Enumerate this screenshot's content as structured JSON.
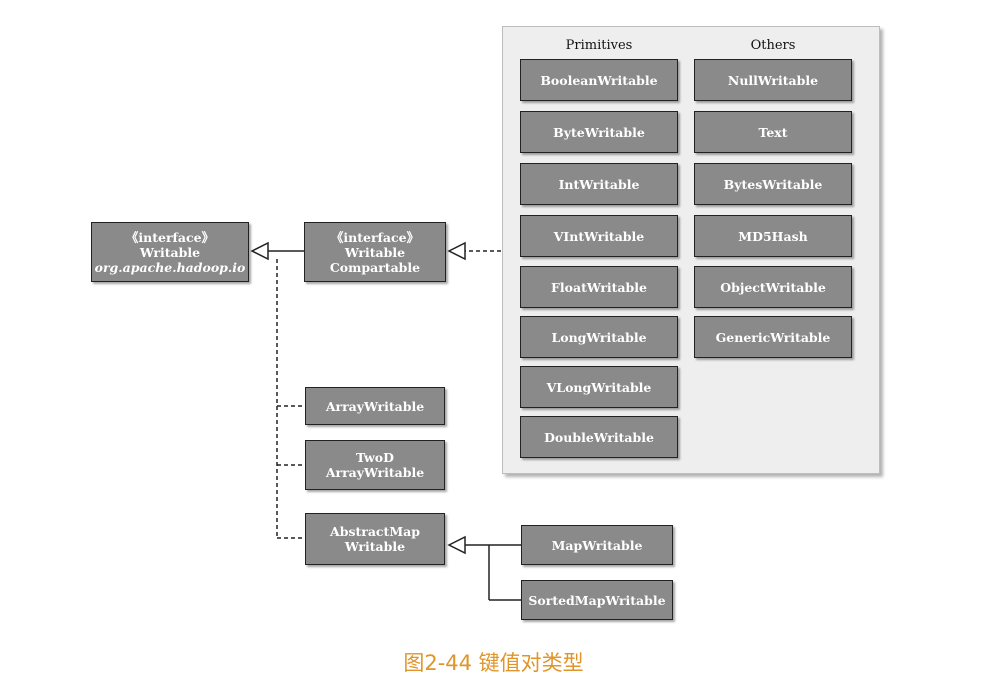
{
  "diagram": {
    "writable": {
      "line1": "《interface》",
      "line2": "Writable",
      "line3": "org.apache.hadoop.io"
    },
    "writable_comparable": {
      "line1": "《interface》",
      "line2": "Writable",
      "line3": "Compartable"
    },
    "primitives_header": "Primitives",
    "others_header": "Others",
    "primitives": [
      "BooleanWritable",
      "ByteWritable",
      "IntWritable",
      "VIntWritable",
      "FloatWritable",
      "LongWritable",
      "VLongWritable",
      "DoubleWritable"
    ],
    "others": [
      "NullWritable",
      "Text",
      "BytesWritable",
      "MD5Hash",
      "ObjectWritable",
      "GenericWritable"
    ],
    "array_writable": "ArrayWritable",
    "twod_array_writable": {
      "line1": "TwoD",
      "line2": "ArrayWritable"
    },
    "abstract_map_writable": {
      "line1": "AbstractMap",
      "line2": "Writable"
    },
    "map_writable": "MapWritable",
    "sorted_map_writable": "SortedMapWritable"
  },
  "caption": "图2-44 键值对类型"
}
